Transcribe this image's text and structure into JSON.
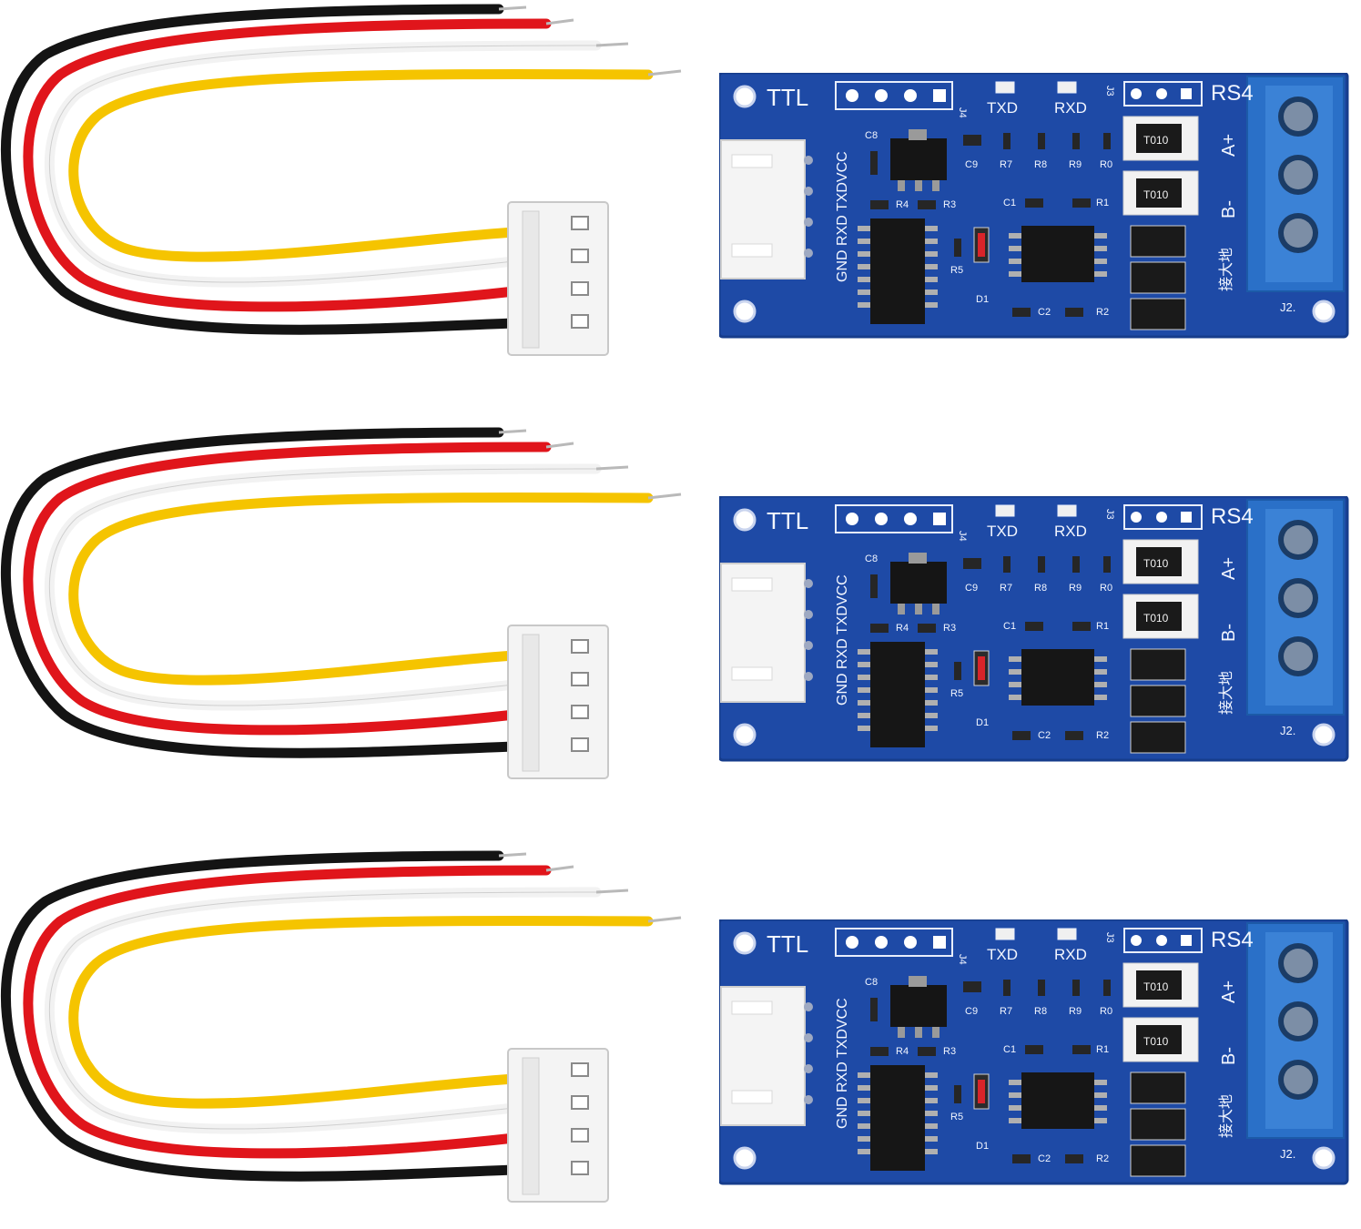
{
  "product": {
    "unit_count": 3,
    "board": {
      "label_ttl": "TTL",
      "label_rs": "RS4",
      "label_txd": "TXD",
      "label_rxd": "RXD",
      "label_j4": "J4",
      "label_j3": "J3",
      "label_j2": "J2.",
      "pin_labels": "GND RXD TXDVCC",
      "label_a": "A+",
      "label_b": "B-",
      "label_gnd_cn": "接大地",
      "diode_marking": "T010",
      "refs": {
        "c8": "C8",
        "c9": "C9",
        "r7": "R7",
        "r8": "R8",
        "r9": "R9",
        "r0": "R0",
        "r4": "R4",
        "r3": "R3",
        "c1": "C1",
        "r1": "R1",
        "r5": "R5",
        "d1": "D1",
        "c2": "C2",
        "r2": "R2"
      }
    },
    "colors": {
      "pcb": "#1e4aa6",
      "pcb_edge": "#173d8c",
      "terminal": "#2a70c8",
      "connector": "#f4f4f4",
      "wire_black": "#141414",
      "wire_red": "#e0151b",
      "wire_white": "#f4f4f4",
      "wire_yellow": "#f5c400"
    }
  }
}
